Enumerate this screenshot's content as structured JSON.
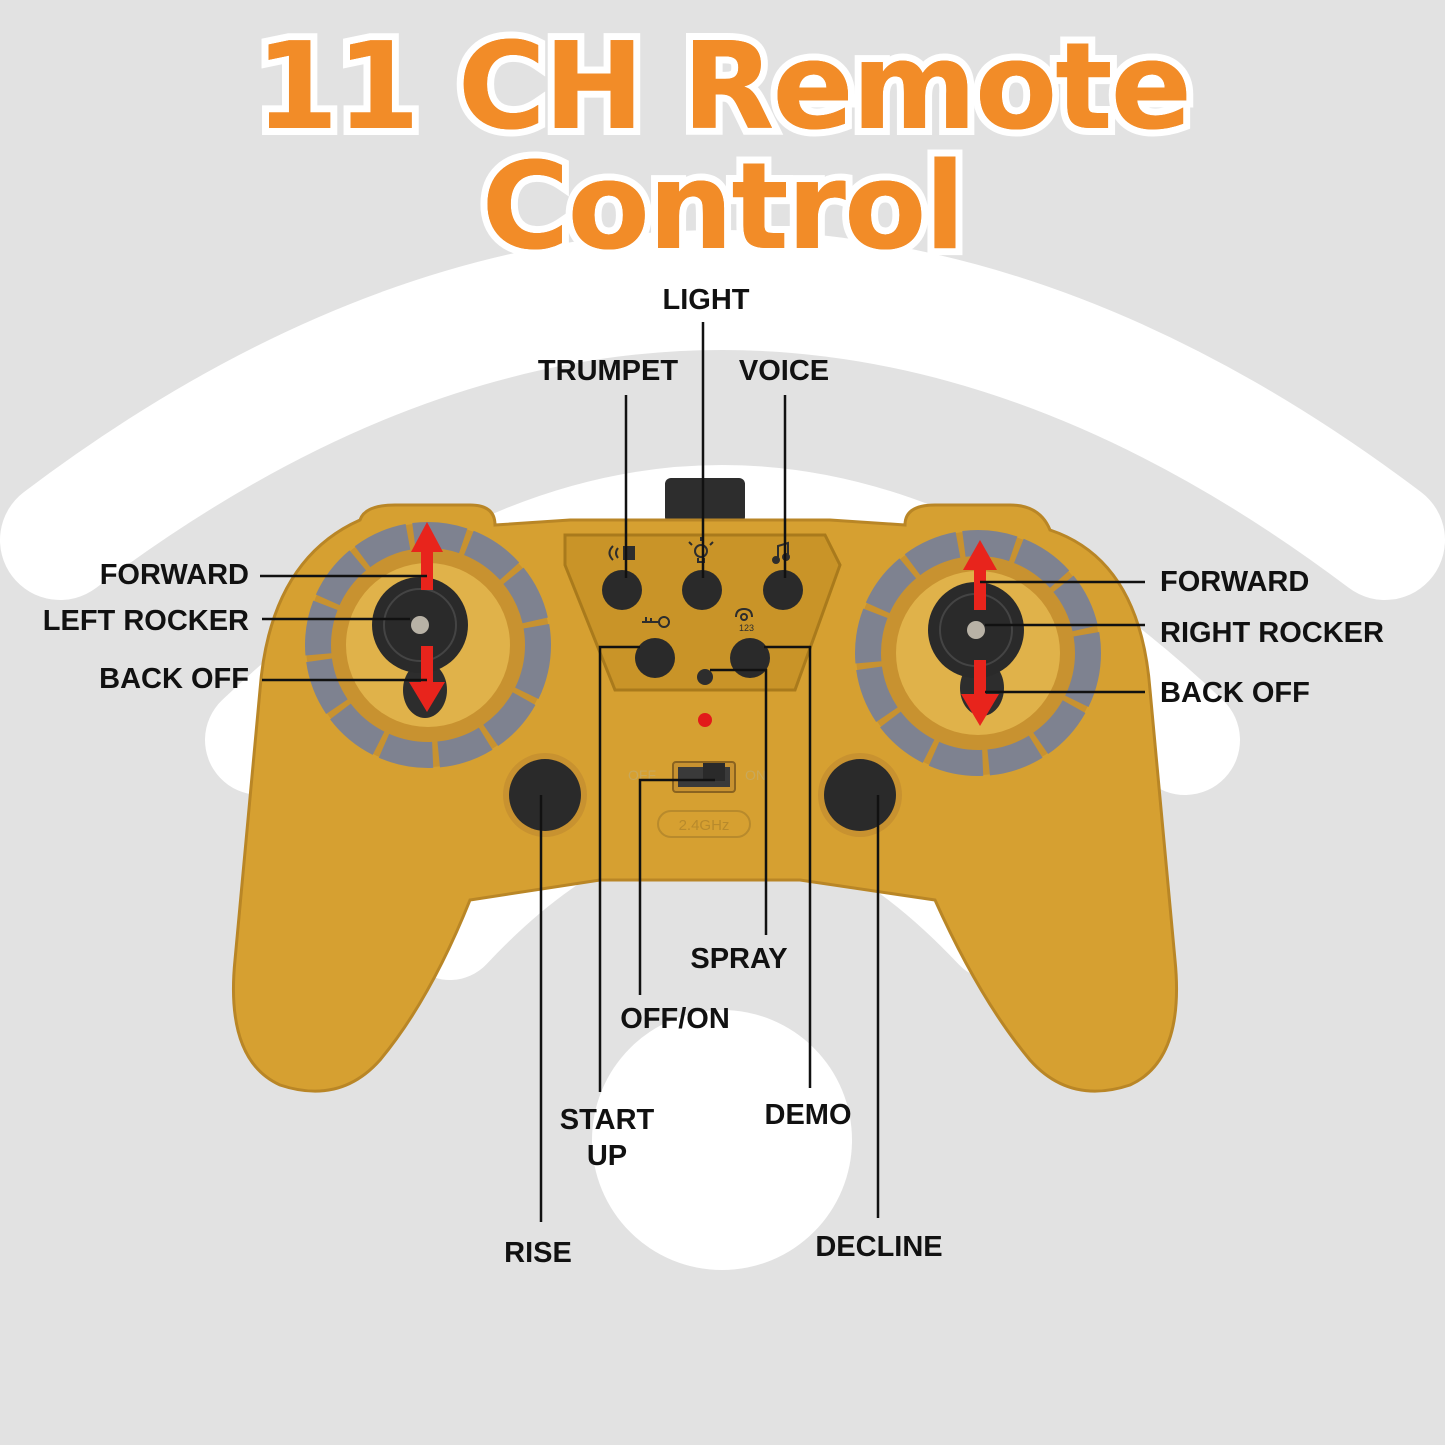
{
  "title": "11 CH Remote Control",
  "colors": {
    "background": "#e2e2e2",
    "wifi_arcs": "#ffffff",
    "title_fill": "#f28c28",
    "title_outline": "#ffffff",
    "controller_body": "#d6a031",
    "ring": "#7e8290",
    "button": "#2a2a2a",
    "arrow": "#e8241c",
    "leader_line": "#111111",
    "led": "#e21a1a"
  },
  "labels": {
    "light": "LIGHT",
    "trumpet": "TRUMPET",
    "voice": "VOICE",
    "left_forward": "FORWARD",
    "left_rocker": "LEFT ROCKER",
    "left_back_off": "BACK OFF",
    "right_forward": "FORWARD",
    "right_rocker": "RIGHT ROCKER",
    "right_back_off": "BACK OFF",
    "spray": "SPRAY",
    "off_on": "OFF/ON",
    "start_up_line1": "START",
    "start_up_line2": "UP",
    "demo": "DEMO",
    "rise": "RISE",
    "decline": "DECLINE"
  },
  "device_print": {
    "switch_off": "OFF",
    "switch_on": "ON",
    "frequency": "2.4GHz",
    "demo_icon_text": "123"
  }
}
